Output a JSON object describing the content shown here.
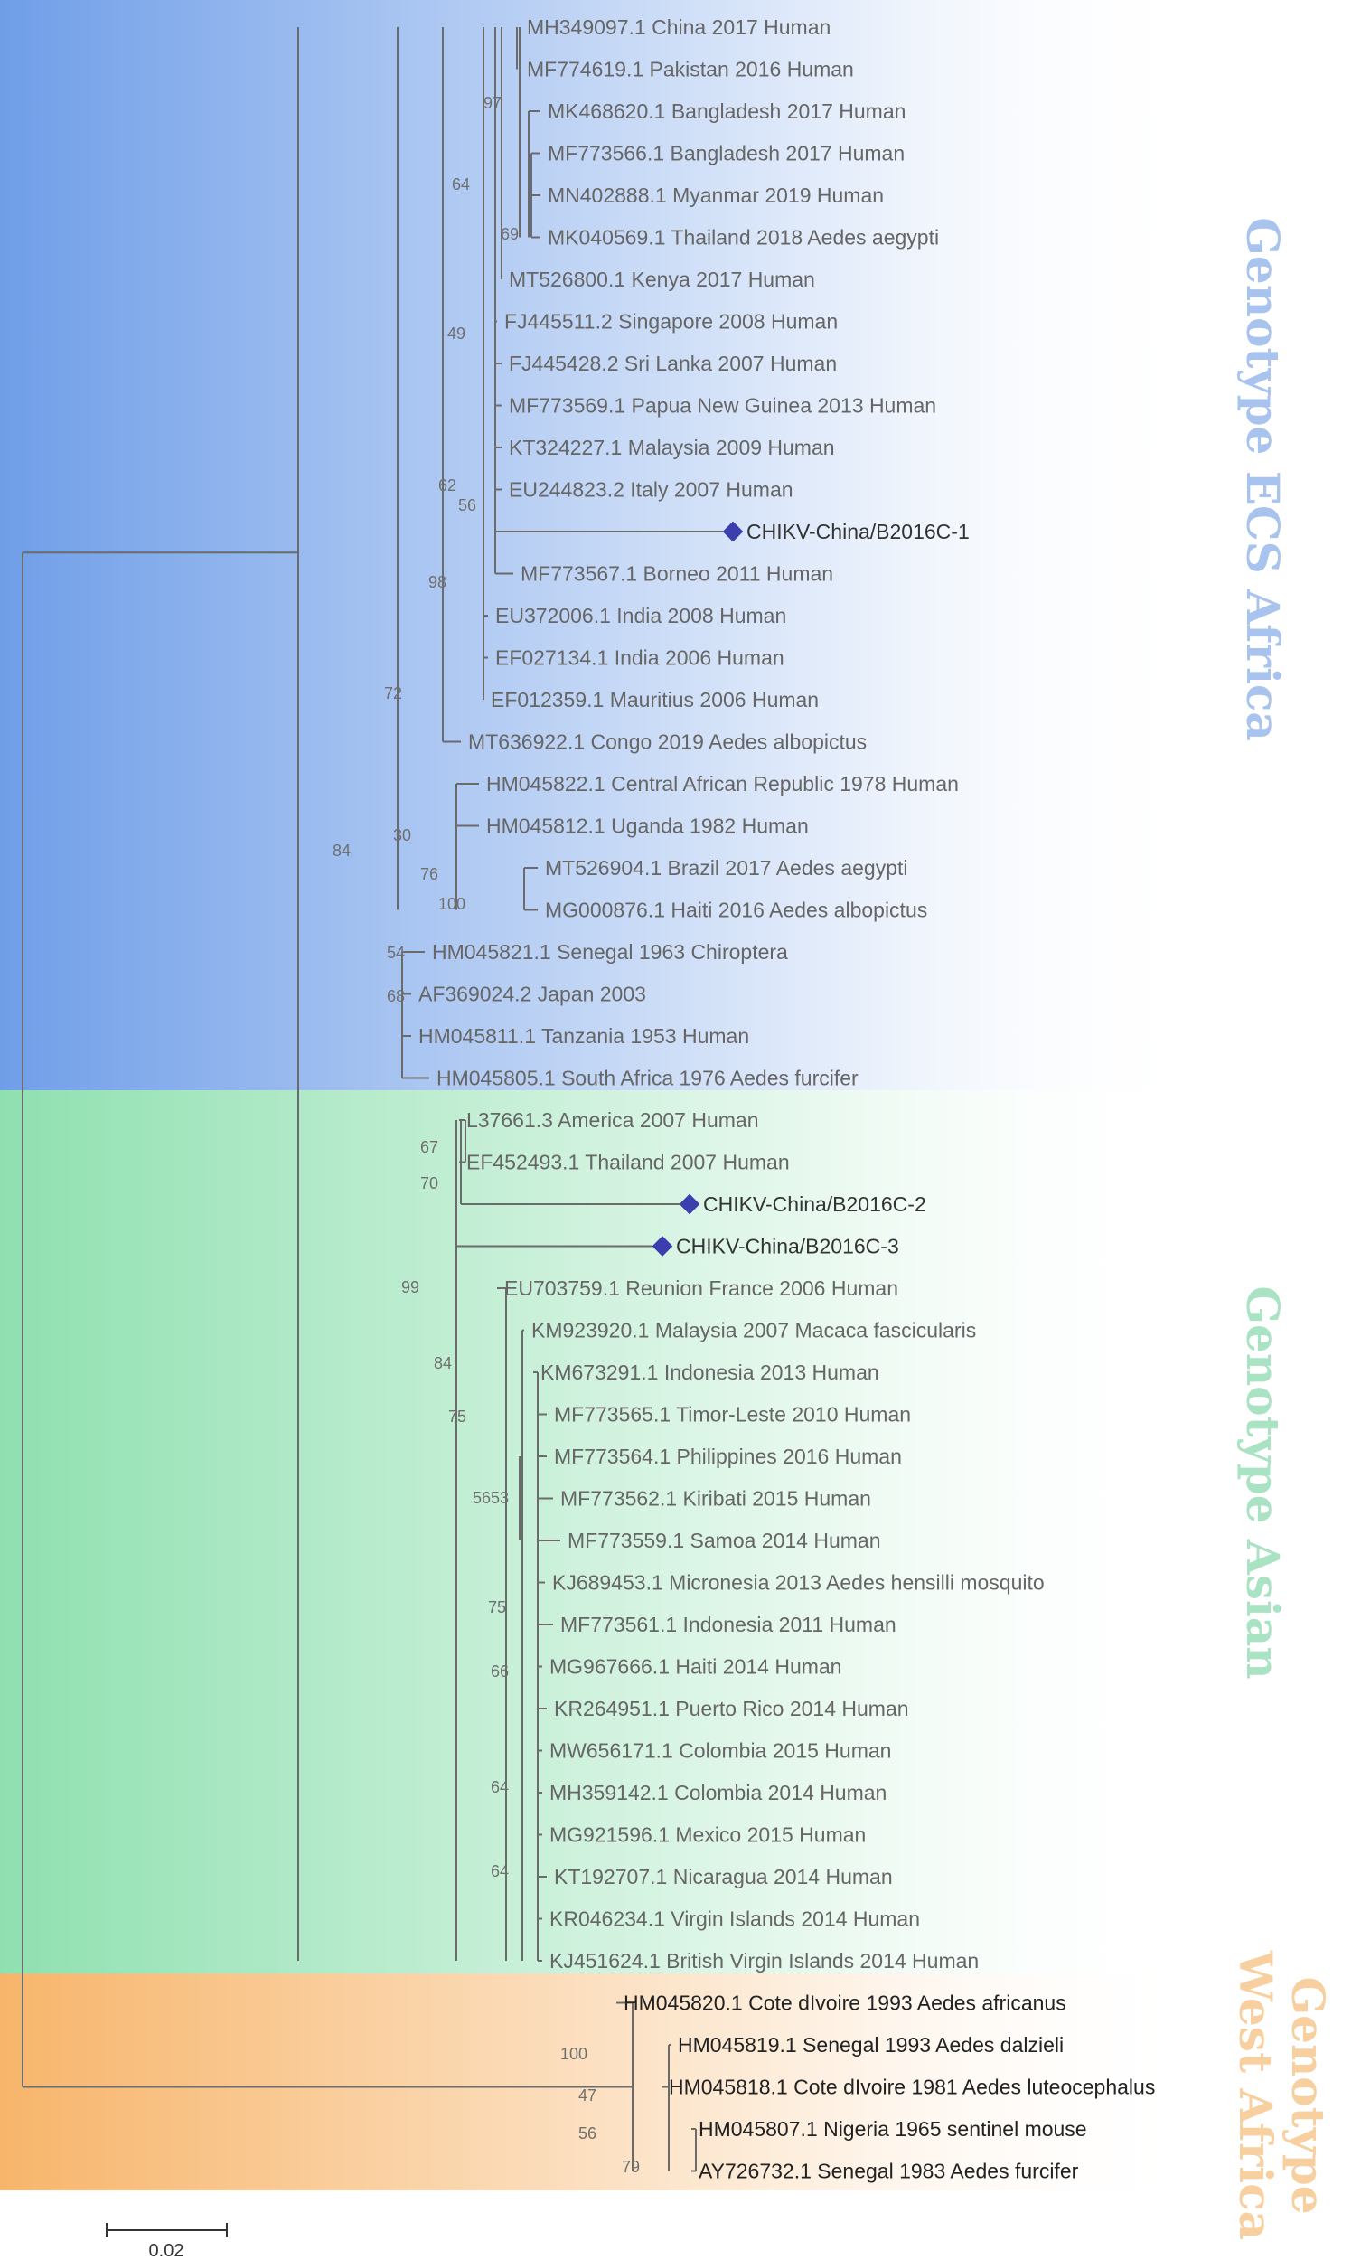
{
  "colors": {
    "ecs_africa_band": "#6f9ee8",
    "asian_band": "#8fe0b0",
    "west_africa_band": "#f7b56b",
    "ecs_africa_label": "#a8c4ee",
    "asian_label": "#a9e3c3",
    "west_africa_label": "#f8cf9f",
    "branch": "#6b6b6b",
    "highlight_marker": "#3b3fae",
    "label_text_ecs": "#666666",
    "label_text_asian_top": "#666666",
    "label_text_west": "#222222"
  },
  "genotypes": [
    {
      "id": "ecs",
      "lines": [
        "Genotype ECS Africa"
      ]
    },
    {
      "id": "asian",
      "lines": [
        "Genotype Asian"
      ]
    },
    {
      "id": "west",
      "lines": [
        "Genotype",
        "West Africa"
      ]
    }
  ],
  "leaves": [
    {
      "label": "MH349097.1 China 2017 Human",
      "group": "ecs"
    },
    {
      "label": "MF774619.1 Pakistan 2016 Human",
      "group": "ecs"
    },
    {
      "label": "MK468620.1 Bangladesh 2017 Human",
      "group": "ecs"
    },
    {
      "label": "MF773566.1 Bangladesh 2017 Human",
      "group": "ecs"
    },
    {
      "label": "MN402888.1 Myanmar 2019 Human",
      "group": "ecs"
    },
    {
      "label": "MK040569.1 Thailand 2018 Aedes aegypti",
      "group": "ecs"
    },
    {
      "label": "MT526800.1 Kenya 2017 Human",
      "group": "ecs"
    },
    {
      "label": "FJ445511.2 Singapore 2008 Human",
      "group": "ecs"
    },
    {
      "label": "FJ445428.2 Sri Lanka 2007 Human",
      "group": "ecs"
    },
    {
      "label": "MF773569.1 Papua New Guinea 2013 Human",
      "group": "ecs"
    },
    {
      "label": "KT324227.1 Malaysia 2009 Human",
      "group": "ecs"
    },
    {
      "label": "EU244823.2 Italy 2007 Human",
      "group": "ecs"
    },
    {
      "label": "CHIKV-China/B2016C-1",
      "group": "ecs",
      "highlight": true
    },
    {
      "label": "MF773567.1 Borneo 2011 Human",
      "group": "ecs"
    },
    {
      "label": "EU372006.1 India 2008 Human",
      "group": "ecs"
    },
    {
      "label": "EF027134.1 India 2006 Human",
      "group": "ecs"
    },
    {
      "label": "EF012359.1 Mauritius 2006 Human",
      "group": "ecs"
    },
    {
      "label": "MT636922.1 Congo 2019 Aedes albopictus",
      "group": "ecs"
    },
    {
      "label": "HM045822.1 Central African Republic 1978 Human",
      "group": "ecs"
    },
    {
      "label": "HM045812.1 Uganda 1982 Human",
      "group": "ecs"
    },
    {
      "label": "MT526904.1 Brazil 2017 Aedes aegypti",
      "group": "ecs"
    },
    {
      "label": "MG000876.1 Haiti 2016 Aedes albopictus",
      "group": "ecs"
    },
    {
      "label": "HM045821.1 Senegal 1963 Chiroptera",
      "group": "ecs"
    },
    {
      "label": "AF369024.2 Japan 2003",
      "group": "ecs"
    },
    {
      "label": "HM045811.1 Tanzania 1953 Human",
      "group": "ecs"
    },
    {
      "label": "HM045805.1 South Africa 1976 Aedes furcifer",
      "group": "ecs"
    },
    {
      "label": "L37661.3 America 2007 Human",
      "group": "asian"
    },
    {
      "label": "EF452493.1 Thailand 2007 Human",
      "group": "asian"
    },
    {
      "label": "CHIKV-China/B2016C-2",
      "group": "asian",
      "highlight": true
    },
    {
      "label": "CHIKV-China/B2016C-3",
      "group": "asian",
      "highlight": true
    },
    {
      "label": "EU703759.1 Reunion France 2006 Human",
      "group": "asian"
    },
    {
      "label": "KM923920.1 Malaysia 2007 Macaca fascicularis",
      "group": "asian"
    },
    {
      "label": "KM673291.1 Indonesia 2013 Human",
      "group": "asian"
    },
    {
      "label": "MF773565.1 Timor-Leste 2010 Human",
      "group": "asian"
    },
    {
      "label": "MF773564.1 Philippines 2016 Human",
      "group": "asian"
    },
    {
      "label": "MF773562.1 Kiribati 2015 Human",
      "group": "asian"
    },
    {
      "label": "MF773559.1 Samoa 2014 Human",
      "group": "asian"
    },
    {
      "label": "KJ689453.1 Micronesia 2013 Aedes hensilli mosquito",
      "group": "asian"
    },
    {
      "label": "MF773561.1 Indonesia 2011 Human",
      "group": "asian"
    },
    {
      "label": "MG967666.1 Haiti 2014 Human",
      "group": "asian"
    },
    {
      "label": "KR264951.1 Puerto Rico 2014 Human",
      "group": "asian"
    },
    {
      "label": "MW656171.1 Colombia 2015 Human",
      "group": "asian"
    },
    {
      "label": "MH359142.1 Colombia 2014 Human",
      "group": "asian"
    },
    {
      "label": "MG921596.1 Mexico 2015 Human",
      "group": "asian"
    },
    {
      "label": "KT192707.1 Nicaragua 2014 Human",
      "group": "asian"
    },
    {
      "label": "KR046234.1 Virgin Islands 2014 Human",
      "group": "asian"
    },
    {
      "label": "KJ451624.1 British Virgin Islands 2014 Human",
      "group": "asian"
    },
    {
      "label": "HM045820.1 Cote dIvoire 1993 Aedes africanus",
      "group": "west"
    },
    {
      "label": "HM045819.1 Senegal 1993 Aedes dalzieli",
      "group": "west"
    },
    {
      "label": "HM045818.1 Cote dIvoire 1981 Aedes luteocephalus",
      "group": "west"
    },
    {
      "label": "HM045807.1 Nigeria 1965 sentinel mouse",
      "group": "west"
    },
    {
      "label": "AY726732.1 Senegal 1983 Aedes furcifer",
      "group": "west"
    }
  ],
  "bootstrap": [
    "97",
    "64",
    "69",
    "49",
    "62",
    "56",
    "98",
    "72",
    "84",
    "30",
    "76",
    "100",
    "54",
    "68",
    "67",
    "70",
    "99",
    "84",
    "75",
    "56",
    "53",
    "75",
    "66",
    "64",
    "64",
    "100",
    "47",
    "56",
    "79"
  ],
  "scale_bar": {
    "label": "0.02"
  }
}
